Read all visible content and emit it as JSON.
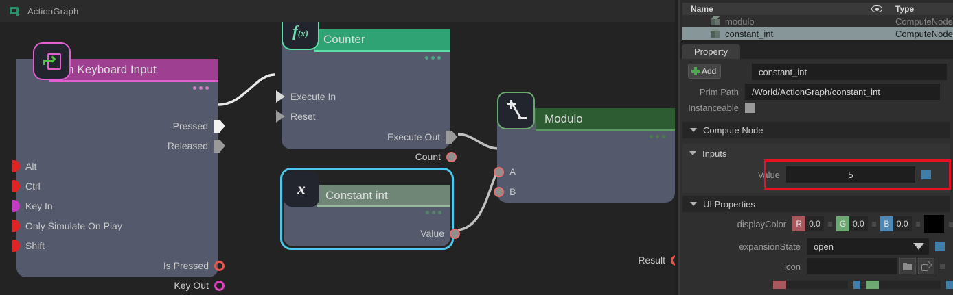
{
  "graph": {
    "title": "ActionGraph",
    "title_icon": "action-graph-icon",
    "nodes": [
      {
        "id": "on_keyboard_input",
        "title": "On Keyboard Input",
        "badge_icon": "keyboard-event-icon",
        "header_color": "#9f3f91",
        "accent_color": "#e060d0",
        "outline_color": "#e060d0",
        "selected": false,
        "inputs": [
          {
            "label": "Alt",
            "pin": "half-circle-red"
          },
          {
            "label": "Ctrl",
            "pin": "half-circle-red"
          },
          {
            "label": "Key In",
            "pin": "half-circle-magenta"
          },
          {
            "label": "Only Simulate On Play",
            "pin": "half-circle-red"
          },
          {
            "label": "Shift",
            "pin": "half-circle-red"
          }
        ],
        "outputs": [
          {
            "label": "Pressed",
            "pin": "exec-bright"
          },
          {
            "label": "Released",
            "pin": "exec-dim"
          },
          {
            "label": "Is Pressed",
            "pin": "ring-red"
          },
          {
            "label": "Key Out",
            "pin": "ring-magenta"
          }
        ]
      },
      {
        "id": "counter",
        "title": "Counter",
        "badge_icon": "function-fx-icon",
        "header_color": "#2fa373",
        "accent_color": "#5fe0a8",
        "outline_color": "#5fe0a8",
        "selected": false,
        "inputs": [
          {
            "label": "Execute In",
            "pin": "exec-arrow-bright"
          },
          {
            "label": "Reset",
            "pin": "exec-arrow-dim"
          }
        ],
        "outputs": [
          {
            "label": "Execute Out",
            "pin": "exec-dim"
          },
          {
            "label": "Count",
            "pin": "dot-filled"
          }
        ]
      },
      {
        "id": "constant_int",
        "title": "Constant int",
        "badge_icon": "variable-x-icon",
        "header_color": "#6f8576",
        "accent_color": "#9ab5a0",
        "outline_color": "#4fc8ef",
        "selected": true,
        "inputs": [],
        "outputs": [
          {
            "label": "Value",
            "pin": "dot-filled"
          }
        ]
      },
      {
        "id": "modulo",
        "title": "Modulo",
        "badge_icon": "plus-minus-divide-icon",
        "header_color": "#2d5c33",
        "accent_color": "#5a9a5e",
        "outline_color": "#6aa86e",
        "selected": false,
        "inputs": [
          {
            "label": "A",
            "pin": "dot-filled"
          },
          {
            "label": "B",
            "pin": "dot-filled"
          }
        ],
        "outputs": [
          {
            "label": "Result",
            "pin": "ring-red"
          }
        ]
      }
    ],
    "connections": [
      {
        "from": "on_keyboard_input.Pressed",
        "to": "counter.Execute In"
      },
      {
        "from": "counter.Count",
        "to": "modulo.A"
      },
      {
        "from": "constant_int.Value",
        "to": "modulo.B"
      }
    ]
  },
  "stage": {
    "columns": {
      "name": "Name",
      "visibility_icon": "eye-icon",
      "type": "Type"
    },
    "rows": [
      {
        "name": "modulo",
        "type": "ComputeNode",
        "selected": false,
        "icon": "prim-cube-icon"
      },
      {
        "name": "constant_int",
        "type": "ComputeNode",
        "selected": true,
        "icon": "prim-cube-icon"
      }
    ]
  },
  "panel": {
    "tab": "Property",
    "add_button": "Add",
    "add_icon": "plus-icon",
    "name_value": "constant_int",
    "prim_path_label": "Prim Path",
    "prim_path_value": "/World/ActionGraph/constant_int",
    "instanceable_label": "Instanceable",
    "instanceable_checked": false,
    "sections": {
      "compute_node": {
        "title": "Compute Node",
        "expanded": true
      },
      "inputs": {
        "title": "Inputs",
        "expanded": true,
        "rows": [
          {
            "label": "Value",
            "value": "5",
            "highlighted": true,
            "swatch_color": "#3f7ea8"
          }
        ]
      },
      "ui_properties": {
        "title": "UI Properties",
        "expanded": true,
        "display_color": {
          "label": "displayColor",
          "components": [
            {
              "key": "R",
              "value": "0.0",
              "color": "#a8585c"
            },
            {
              "key": "G",
              "value": "0.0",
              "color": "#6ea873"
            },
            {
              "key": "B",
              "value": "0.0",
              "color": "#4f87b5"
            }
          ],
          "swatch": "#000000"
        },
        "expansion_state": {
          "label": "expansionState",
          "value": "open",
          "dropdown_icon": "chevron-down-icon",
          "swatch_color": "#3f7ea8"
        },
        "icon_row": {
          "label": "icon",
          "value": "",
          "browse_icon": "folder-icon",
          "open_icon": "external-link-icon"
        }
      }
    }
  },
  "colors": {
    "canvas_bg": "#232323",
    "node_body": "#545a6b",
    "selection_cyan": "#4fc8ef",
    "highlight_red": "#e81123",
    "wire": "#c8c8c8"
  }
}
